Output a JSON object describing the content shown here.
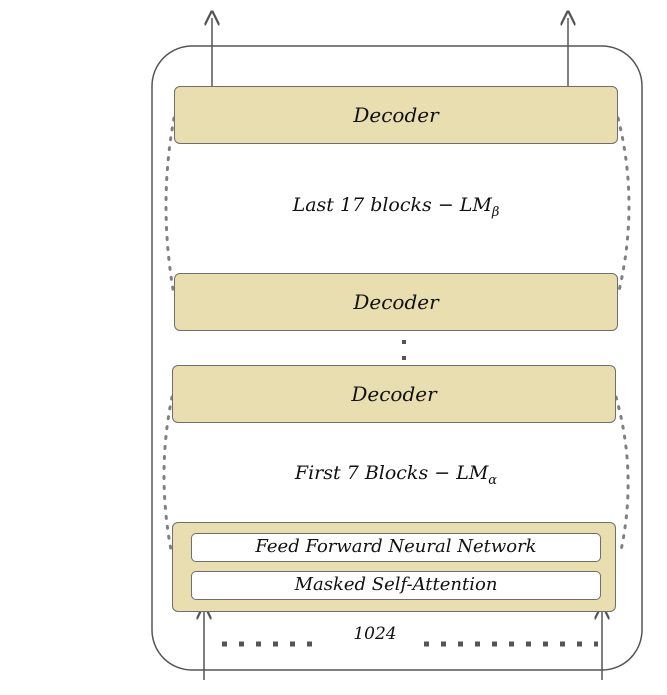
{
  "diagram": {
    "top_decoder": {
      "label": "Decoder"
    },
    "mid_decoder_upper": {
      "label": "Decoder"
    },
    "mid_decoder_lower": {
      "label": "Decoder"
    },
    "last_group": {
      "text": "Last 17 blocks",
      "dash": "−",
      "lm": "LM",
      "subscript": "β"
    },
    "first_group": {
      "text": "First 7 Blocks",
      "dash": "−",
      "lm": "LM",
      "subscript": "α"
    },
    "bottom_block": {
      "ffn_label": "Feed Forward Neural Network",
      "attention_label": "Masked Self-Attention"
    },
    "context_length": "1024",
    "colors": {
      "block_fill": "#e8deb0",
      "stroke": "#6e6e6e",
      "dots": "#808080"
    }
  }
}
